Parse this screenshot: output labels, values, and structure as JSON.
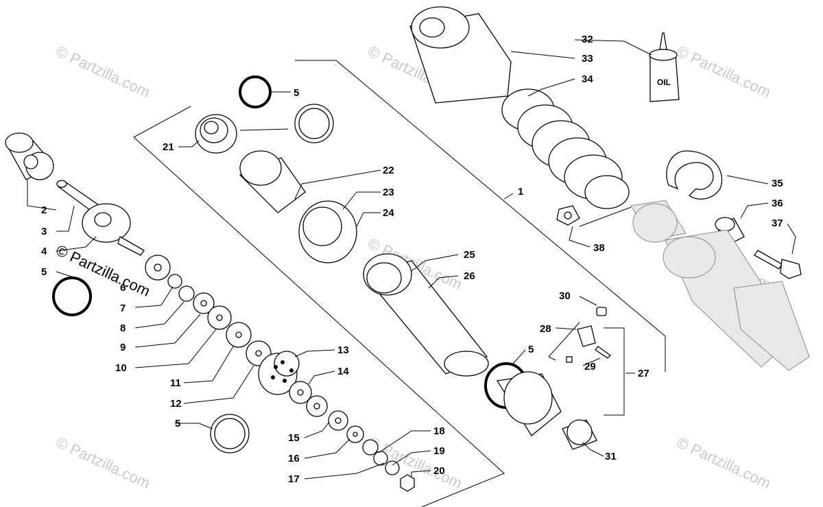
{
  "watermark": "© Partzilla.com",
  "oil_label": "OIL",
  "callouts": [
    {
      "id": "c1",
      "text": "1"
    },
    {
      "id": "c2",
      "text": "2"
    },
    {
      "id": "c3",
      "text": "3"
    },
    {
      "id": "c4",
      "text": "4"
    },
    {
      "id": "c5a",
      "text": "5"
    },
    {
      "id": "c5b",
      "text": "5"
    },
    {
      "id": "c5c",
      "text": "5"
    },
    {
      "id": "c5d",
      "text": "5"
    },
    {
      "id": "c6",
      "text": "6"
    },
    {
      "id": "c7",
      "text": "7"
    },
    {
      "id": "c8",
      "text": "8"
    },
    {
      "id": "c9",
      "text": "9"
    },
    {
      "id": "c10",
      "text": "10"
    },
    {
      "id": "c11",
      "text": "11"
    },
    {
      "id": "c12",
      "text": "12"
    },
    {
      "id": "c13",
      "text": "13"
    },
    {
      "id": "c14",
      "text": "14"
    },
    {
      "id": "c15",
      "text": "15"
    },
    {
      "id": "c16",
      "text": "16"
    },
    {
      "id": "c17",
      "text": "17"
    },
    {
      "id": "c18",
      "text": "18"
    },
    {
      "id": "c19",
      "text": "19"
    },
    {
      "id": "c20",
      "text": "20"
    },
    {
      "id": "c21",
      "text": "21"
    },
    {
      "id": "c22",
      "text": "22"
    },
    {
      "id": "c23",
      "text": "23"
    },
    {
      "id": "c24",
      "text": "24"
    },
    {
      "id": "c25",
      "text": "25"
    },
    {
      "id": "c26",
      "text": "26"
    },
    {
      "id": "c27",
      "text": "27"
    },
    {
      "id": "c28",
      "text": "28"
    },
    {
      "id": "c29",
      "text": "29"
    },
    {
      "id": "c30",
      "text": "30"
    },
    {
      "id": "c31",
      "text": "31"
    },
    {
      "id": "c32",
      "text": "32"
    },
    {
      "id": "c33",
      "text": "33"
    },
    {
      "id": "c34",
      "text": "34"
    },
    {
      "id": "c35",
      "text": "35"
    },
    {
      "id": "c36",
      "text": "36"
    },
    {
      "id": "c37",
      "text": "37"
    },
    {
      "id": "c38",
      "text": "38"
    }
  ]
}
